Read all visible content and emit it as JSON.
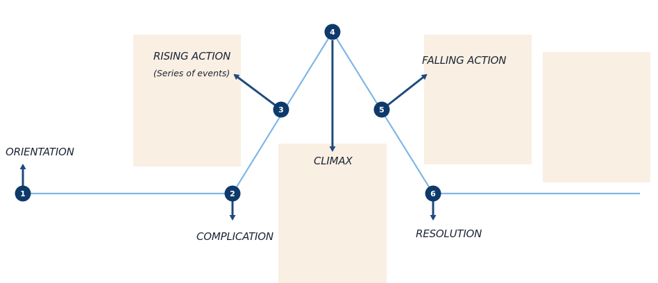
{
  "diagram": {
    "colors": {
      "plot_line": "#7fb6e6",
      "node_fill": "#0e3a6b",
      "arrow": "#1e4a7c",
      "box_fill": "#f9efe3",
      "text": "#1b2433"
    },
    "nodes": [
      {
        "number": "1",
        "label": "ORIENTATION"
      },
      {
        "number": "2",
        "label": "COMPLICATION"
      },
      {
        "number": "3",
        "label": "RISING ACTION",
        "sublabel": "(Series of events)"
      },
      {
        "number": "4",
        "label": "CLIMAX"
      },
      {
        "number": "5",
        "label": "FALLING ACTION"
      },
      {
        "number": "6",
        "label": "RESOLUTION"
      }
    ]
  }
}
